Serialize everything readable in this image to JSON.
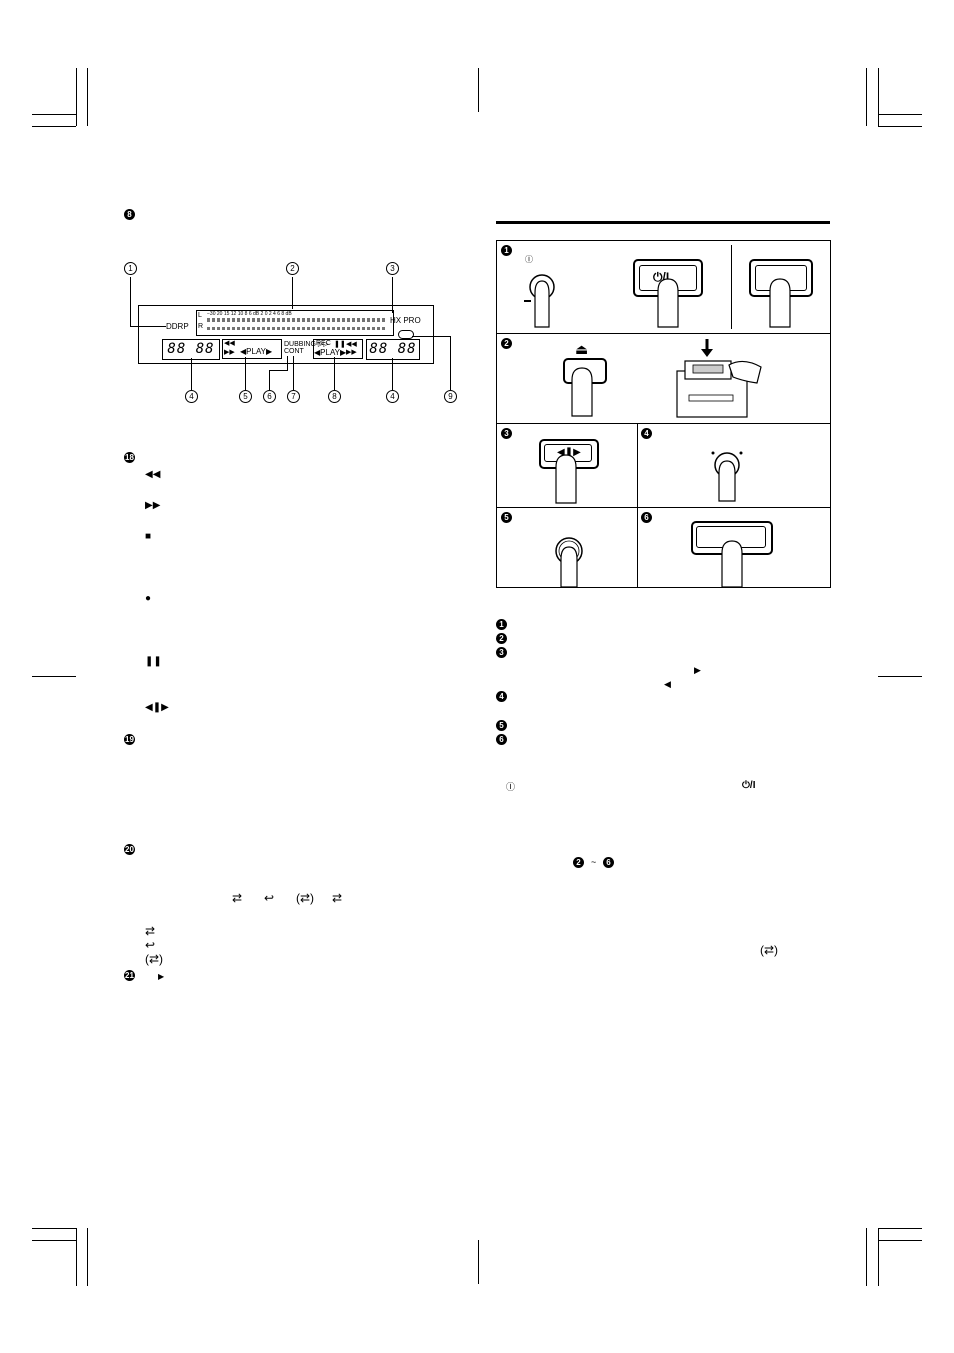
{
  "display_diagram": {
    "section_number": "8",
    "labels": [
      "1",
      "2",
      "3",
      "4",
      "5",
      "6",
      "7",
      "8",
      "9"
    ],
    "ddrp": "DDRP",
    "hx_pro": "HX PRO",
    "channel_l": "L",
    "channel_r": "R",
    "meter_scale": "−30 20 15 12 10 8 6 dB 2 0 2 4 6 8 dB",
    "counter_left": "88 88",
    "counter_right": "88 88",
    "rew": "◀◀",
    "ff": "▶▶",
    "play": "◀PLAY▶",
    "dubbing": "DUBBING ▷▷",
    "cont": "CONT",
    "rec": "REC",
    "pause": "❚❚"
  },
  "left_items": {
    "num18": "18",
    "sym_rew": "◀◀",
    "sym_ff": "▶▶",
    "sym_stop": "■",
    "sym_rec": "●",
    "sym_pause": "❚❚",
    "sym_play": "◀❚▶",
    "num19": "19",
    "num20": "20",
    "mode_symbols": [
      "⇄",
      "↩",
      "(⇄)",
      "⇄"
    ],
    "list_modes": [
      "⇄",
      "↩",
      "(⇄)"
    ],
    "num21": "21",
    "sym_play_small": "▶"
  },
  "right_panels": {
    "step1": "1",
    "step2": "2",
    "step3": "3",
    "step4": "4",
    "step5": "5",
    "step6": "6",
    "power_mark": "Ⓘ",
    "power_button": "⏻/I",
    "eject": "⏏",
    "play_reverse": "◀❚▶"
  },
  "steps_list": {
    "items": [
      "1",
      "2",
      "3",
      "4",
      "5",
      "6"
    ],
    "play_fwd": "▶",
    "play_rev": "◀",
    "power_mark": "Ⓘ",
    "power_button": "⏻/I",
    "ref_a": "2",
    "ref_b": "6",
    "tilde": "~",
    "mode_symbol": "(⇄)"
  }
}
